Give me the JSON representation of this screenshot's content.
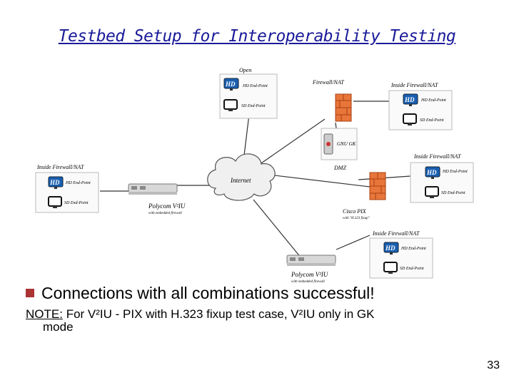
{
  "title": "Testbed Setup for Interoperability Testing",
  "diagram": {
    "internet_label": "Internet",
    "open_label": "Open",
    "inside_fw_label": "Inside Firewall/NAT",
    "firewall_label": "Firewall/NAT",
    "gk_label": "GNU GK",
    "dmz_label": "DMZ",
    "cisco_label": "Cisco PIX",
    "cisco_sub": "with \"H.323 fixup\"",
    "polycom_label": "Polycom V²IU",
    "polycom_sub": "with embedded firewall",
    "hd_endpoint": "HD End-Point",
    "sd_endpoint": "SD End-Point"
  },
  "bullet_text": "Connections with all combinations successful!",
  "note": {
    "heading": "NOTE:",
    "line1": "For V²IU - PIX with H.323 fixup test case, V²IU only in GK",
    "line2": "mode"
  },
  "page_number": "33"
}
